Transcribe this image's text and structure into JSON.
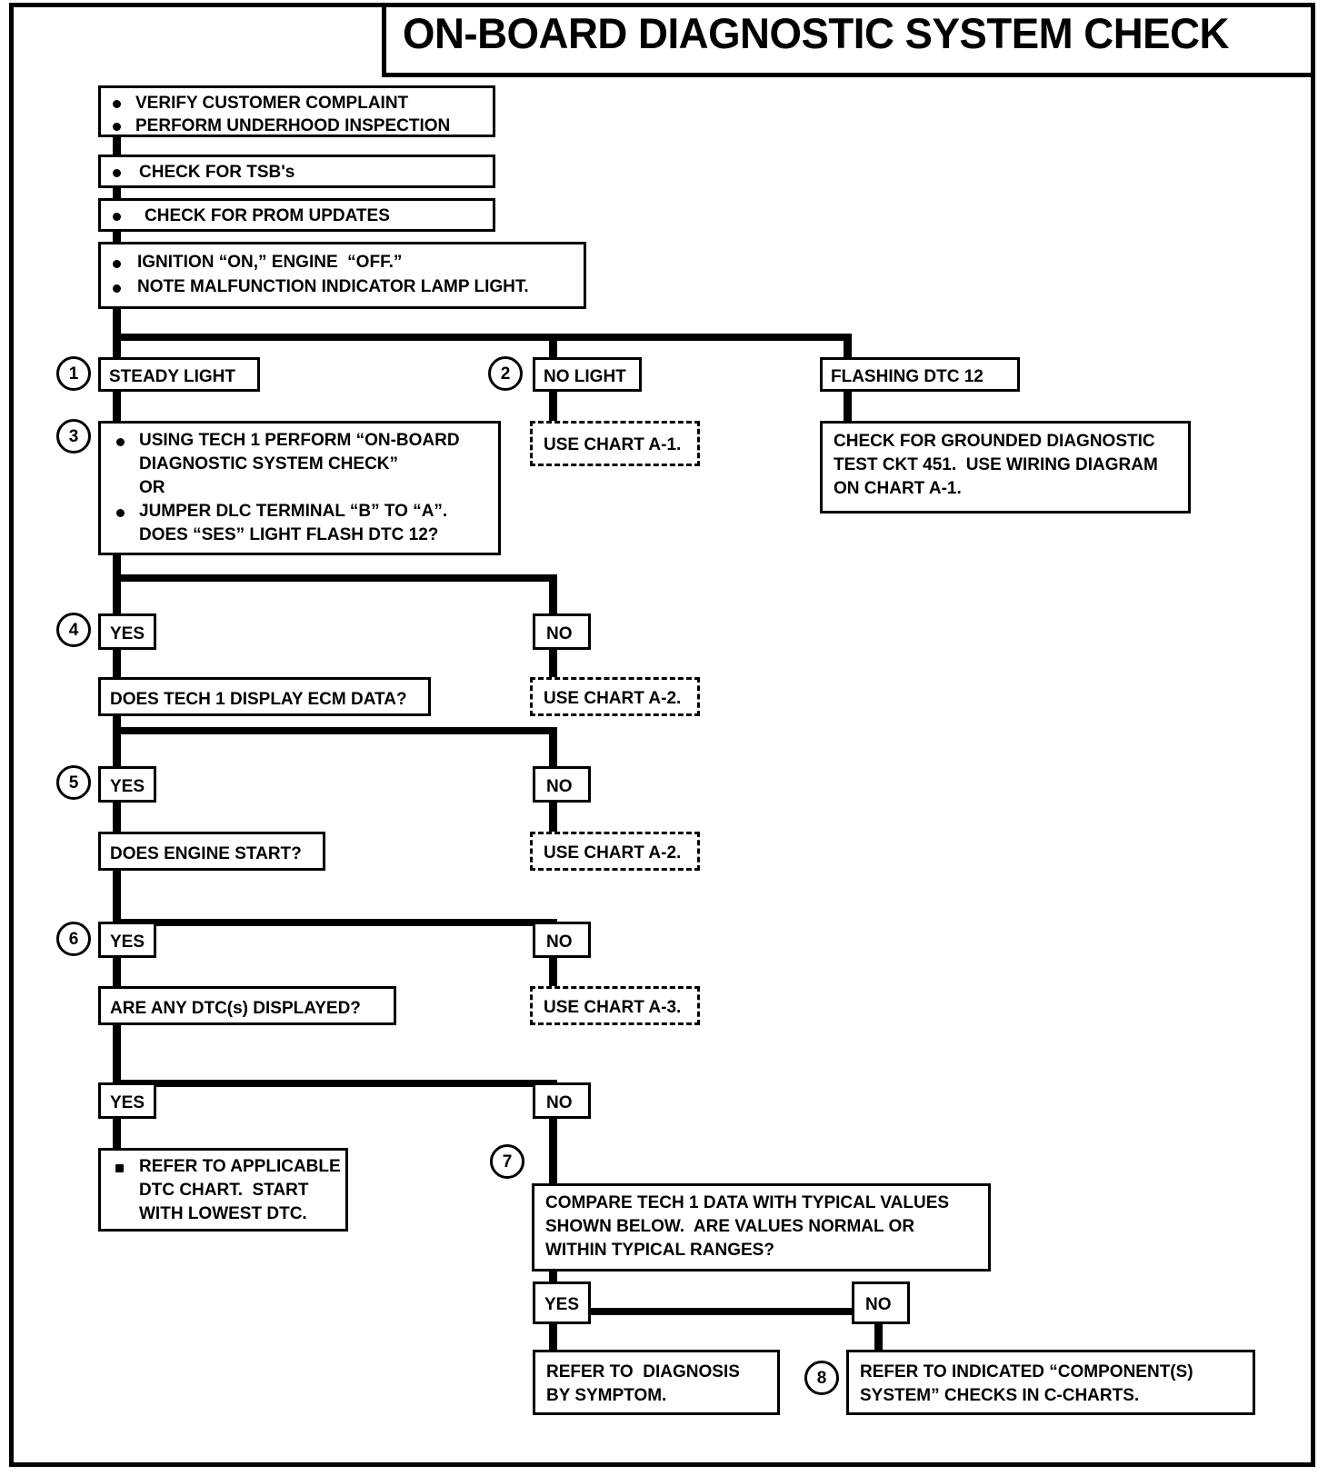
{
  "title": "ON-BOARD DIAGNOSTIC SYSTEM CHECK",
  "colors": {
    "line": "#000000",
    "background": "#ffffff"
  },
  "steps": [
    {
      "id": "verify-box",
      "bullets": [
        "VERIFY CUSTOMER COMPLAINT",
        "PERFORM UNDERHOOD INSPECTION"
      ]
    },
    {
      "id": "tsb-box",
      "bullets": [
        "CHECK FOR TSB's"
      ]
    },
    {
      "id": "prom-box",
      "bullets": [
        "CHECK FOR PROM UPDATES"
      ]
    },
    {
      "id": "ignition-box",
      "bullets": [
        "IGNITION “ON,” ENGINE  “OFF.”",
        "NOTE MALFUNCTION INDICATOR LAMP LIGHT."
      ]
    }
  ],
  "branch_row": {
    "steady_light": "STEADY LIGHT",
    "no_light": "NO LIGHT",
    "flashing_dtc": "FLASHING DTC 12"
  },
  "callouts": {
    "n1": "1",
    "n2": "2",
    "n3": "3",
    "n4": "4",
    "n5": "5",
    "n6": "6",
    "n7": "7",
    "n8": "8"
  },
  "step3": {
    "line1": "USING TECH 1 PERFORM “ON-BOARD",
    "line2": "DIAGNOSTIC SYSTEM CHECK”",
    "line3": "OR",
    "line4": "JUMPER DLC TERMINAL “B” TO “A”.",
    "line5": "DOES “SES” LIGHT FLASH DTC 12?"
  },
  "chart_a1_box": "USE CHART A-1.",
  "grounded_box": {
    "line1": "CHECK FOR GROUNDED DIAGNOSTIC",
    "line2": "TEST CKT 451.  USE WIRING DIAGRAM",
    "line3": "ON CHART A-1."
  },
  "yes_no": {
    "yes": "YES",
    "no": "NO"
  },
  "questions": {
    "ecm_data": "DOES TECH 1 DISPLAY ECM DATA?",
    "engine_start": "DOES ENGINE START?",
    "dtcs_displayed": "ARE ANY DTC(s) DISPLAYED?"
  },
  "chart_refs": {
    "a2_first": "USE CHART A-2.",
    "a2_second": "USE CHART A-2.",
    "a3": "USE CHART A-3."
  },
  "refer_dtc_chart": {
    "line1": "REFER TO APPLICABLE",
    "line2": "DTC CHART.  START",
    "line3": "WITH LOWEST DTC."
  },
  "step7": {
    "line1": "COMPARE TECH 1 DATA WITH TYPICAL VALUES",
    "line2": "SHOWN BELOW.  ARE VALUES NORMAL OR",
    "line3": "WITHIN TYPICAL RANGES?"
  },
  "refer_symptom": {
    "line1": "REFER TO  DIAGNOSIS",
    "line2": "BY SYMPTOM."
  },
  "refer_ccharts": {
    "line1": "REFER TO INDICATED “COMPONENT(S)",
    "line2": "SYSTEM” CHECKS IN C-CHARTS."
  }
}
